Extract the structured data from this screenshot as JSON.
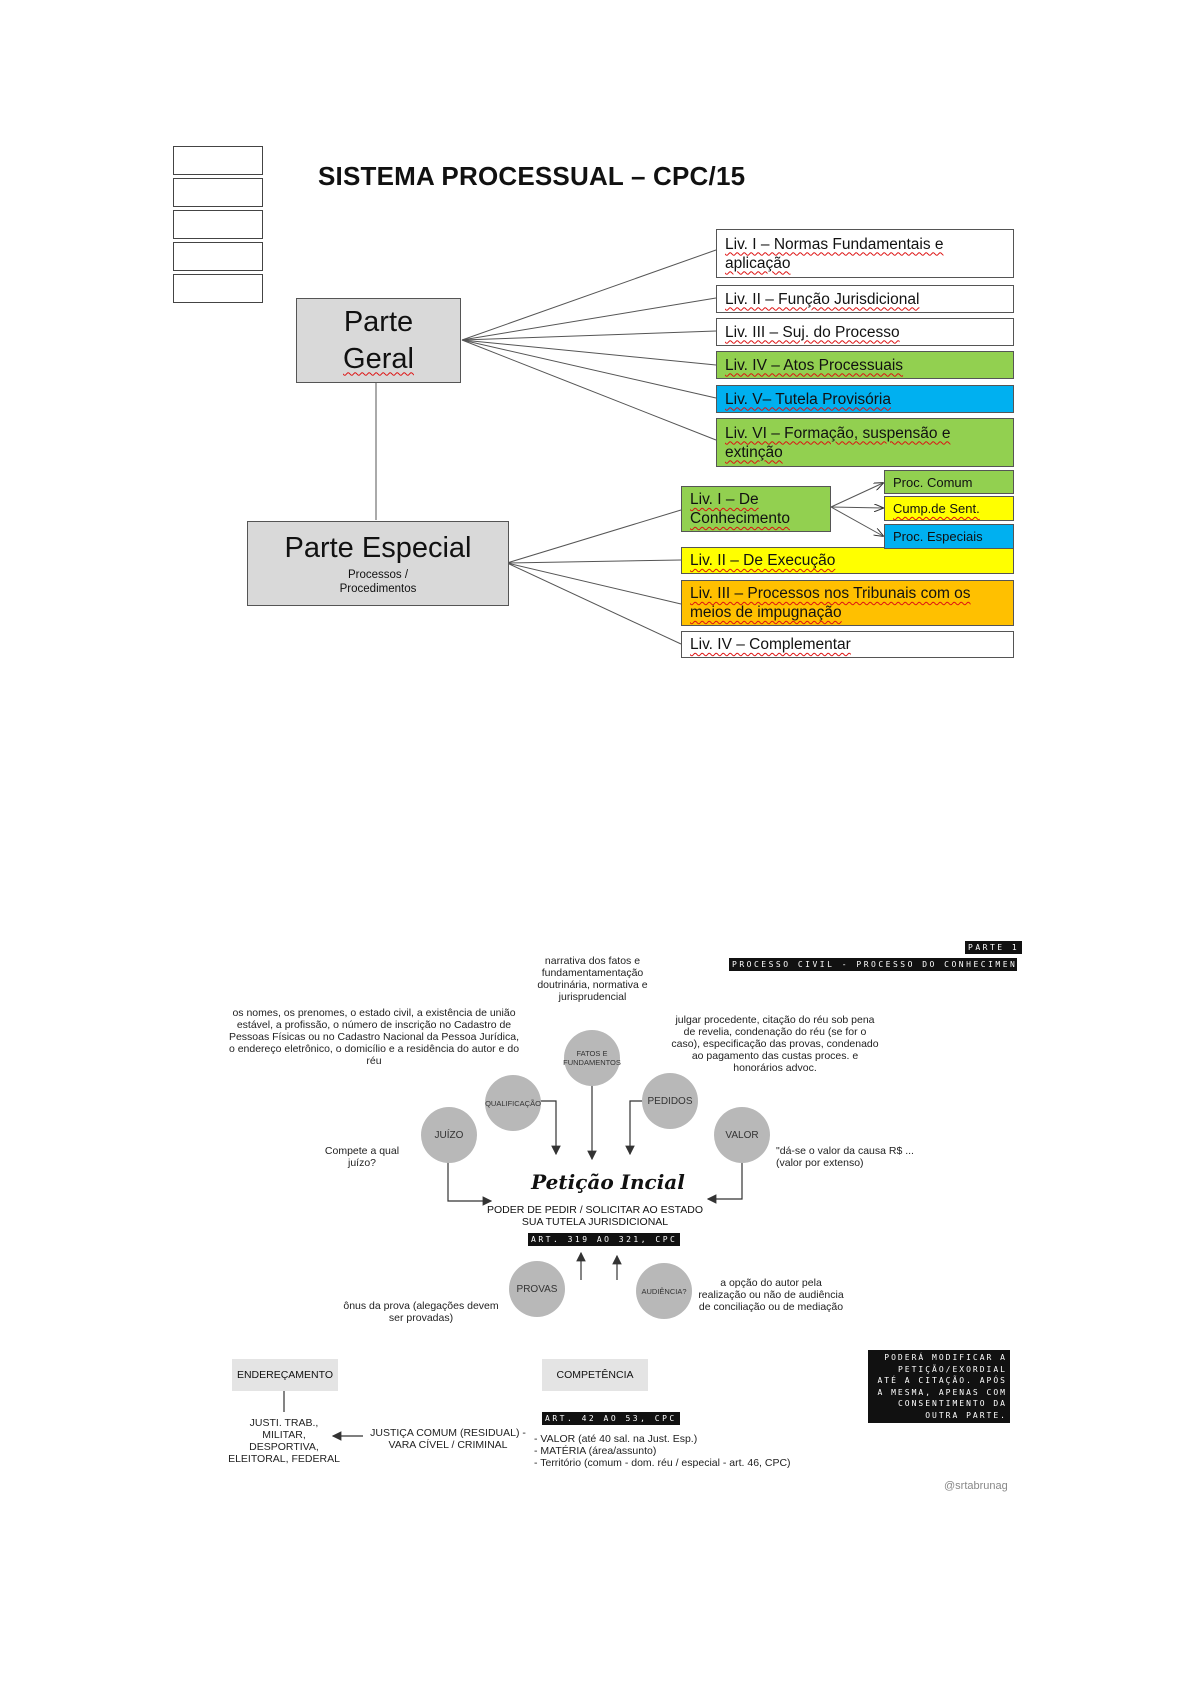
{
  "top_diagram": {
    "title": "SISTEMA PROCESSUAL – CPC/15",
    "parte_geral": {
      "line1": "Parte",
      "line2": "Geral"
    },
    "parte_especial": {
      "label": "Parte  Especial",
      "sub1": "Processos /",
      "sub2": "Procedimentos"
    },
    "geral_books": [
      {
        "text": "Liv. I – Normas Fundamentais e aplicação",
        "color": "#ffffff"
      },
      {
        "text": "Liv. II – Função Jurisdicional",
        "color": "#ffffff"
      },
      {
        "text": "Liv. III – Suj. do Processo",
        "color": "#ffffff"
      },
      {
        "text": "Liv. IV – Atos Processuais",
        "color": "#92d050"
      },
      {
        "text": "Liv. V– Tutela Provisória",
        "color": "#00b0f0"
      },
      {
        "text": "Liv. VI – Formação, suspensão e extinção",
        "color": "#92d050"
      }
    ],
    "especial_books": [
      {
        "text": "Liv. I – De Conhecimento",
        "color": "#92d050"
      },
      {
        "text": "Liv. II – De Execução",
        "color": "#ffff00"
      },
      {
        "text": "Liv. III – Processos  nos Tribunais com os meios de impugnação",
        "color": "#ffc000"
      },
      {
        "text": "Liv. IV – Complementar",
        "color": "#ffffff"
      }
    ],
    "conhecimento_subs": [
      {
        "text": "Proc. Comum",
        "color": "#92d050"
      },
      {
        "text": "Cump.de Sent.",
        "color": "#ffff00"
      },
      {
        "text": "Proc. Especiais",
        "color": "#00b0f0"
      }
    ]
  },
  "bottom_diagram": {
    "header_parte": "PARTE 1",
    "header_processo": "PROCESSO CIVIL - PROCESSO DO CONHECIMENTO",
    "fatos_note": "narrativa dos fatos e fundamentamentação doutrinária, normativa e jurisprudencial",
    "qualificacao_note": "os nomes, os prenomes, o estado civil, a existência de união estável, a profissão, o número de inscrição no Cadastro de Pessoas Físicas ou no Cadastro Nacional da Pessoa Jurídica, o endereço eletrônico, o domicílio e a residência do autor e do réu",
    "pedidos_note": "julgar procedente, citação do réu sob pena de revelia, condenação do réu (se for o caso), especificação das provas, condenado ao pagamento das custas proces. e honorários advoc.",
    "juizo_note": "Compete a qual juízo?",
    "valor_note": "\"dá-se o valor da causa R$ ... (valor por extenso)",
    "provas_note": "ônus da prova (alegações devem ser provadas)",
    "audiencia_note": "a opção do autor pela realização ou não de audiência de conciliação ou de mediação",
    "circles": {
      "fatos": "FATOS E FUNDAMENTOS",
      "qualificacao": "QUALIFICAÇÃO",
      "pedidos": "PEDIDOS",
      "juizo": "JUÍZO",
      "valor": "VALOR",
      "provas": "PROVAS",
      "audiencia": "AUDIÊNCIA?"
    },
    "peticao_title": "Petição Incial",
    "peticao_sub1": "PODER DE PEDIR / SOLICITAR AO ESTADO",
    "peticao_sub2": "SUA TUTELA JURISDICIONAL",
    "art_319": "ART. 319 AO 321, CPC",
    "enderecamento": "ENDEREÇAMENTO",
    "competencia": "COMPETÊNCIA",
    "justi_trab": "JUSTI. TRAB., MILITAR, DESPORTIVA, ELEITORAL, FEDERAL",
    "justica_comum": "JUSTIÇA COMUM (RESIDUAL) - VARA CÍVEL / CRIMINAL",
    "art_42": "ART. 42 AO 53, CPC",
    "competencia_items": [
      "- VALOR (até 40 sal. na Just. Esp.)",
      "- MATÉRIA (área/assunto)",
      "- Território (comum - dom. réu / especial - art. 46, CPC)"
    ],
    "modificar": "PODERÁ MODIFICAR A PETIÇÃO/EXORDIAL ATÉ A CITAÇÃO. APÓS A MESMA, APENAS COM CONSENTIMENTO DA OUTRA PARTE.",
    "handle": "@srtabrunag"
  }
}
